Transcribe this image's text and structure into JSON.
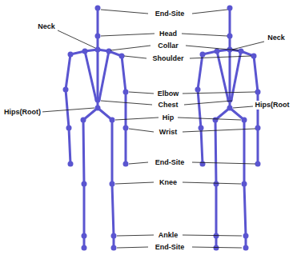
{
  "diagram": {
    "labels": [
      "End-Site",
      "Neck",
      "Head",
      "Collar",
      "Neck",
      "Shoulder",
      "Elbow",
      "Hips(Root)",
      "Chest",
      "Hips(Root",
      "Hip",
      "Wrist",
      "End-Site",
      "Knee",
      "Ankle",
      "End-Site"
    ]
  }
}
